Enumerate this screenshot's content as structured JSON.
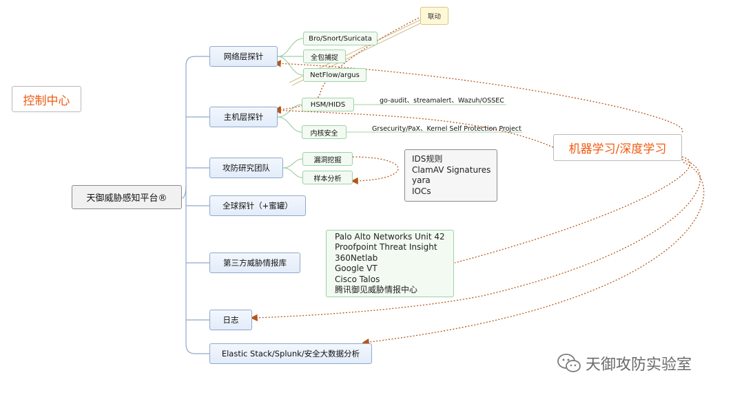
{
  "control_center": "控制中心",
  "root": "天御威胁感知平台®",
  "ml": "机器学习/深度学习",
  "linkage": "联动",
  "categories": {
    "network_probe": "网络层探针",
    "host_probe": "主机层探针",
    "team": "攻防研究团队",
    "global_probe": "全球探针（+蜜罐）",
    "third_party": "第三方威胁情报库",
    "logs": "日志",
    "bigdata": "Elastic Stack/Splunk/安全大数据分析"
  },
  "leaves": {
    "bro": "Bro/Snort/Suricata",
    "full_capture": "全包捕捉",
    "netflow": "NetFlow/argus",
    "hsm": "HSM/HIDS",
    "kernel": "内核安全",
    "vuln": "漏洞挖掘",
    "sample": "样本分析"
  },
  "labels": {
    "hsm_tools": "go-audit、streamalert、Wazuh/OSSEC",
    "kernel_tools": "Grsecurity/PaX、Kernel Self Protection Project"
  },
  "ids_list": [
    "IDS规则",
    "ClamAV Signatures",
    "yara",
    "IOCs"
  ],
  "intel_list": [
    "Palo Alto Networks Unit 42",
    "Proofpoint Threat Insight",
    "360Netlab",
    "Google VT",
    "Cisco Talos",
    "腾讯御见威胁情报中心"
  ],
  "watermark": "天御攻防实验室",
  "colors": {
    "orange": "#ef5a10",
    "dotted_arrow": "#b5561a",
    "connector": "#8ea8cc",
    "leaf_connector": "#9fd0a6"
  }
}
